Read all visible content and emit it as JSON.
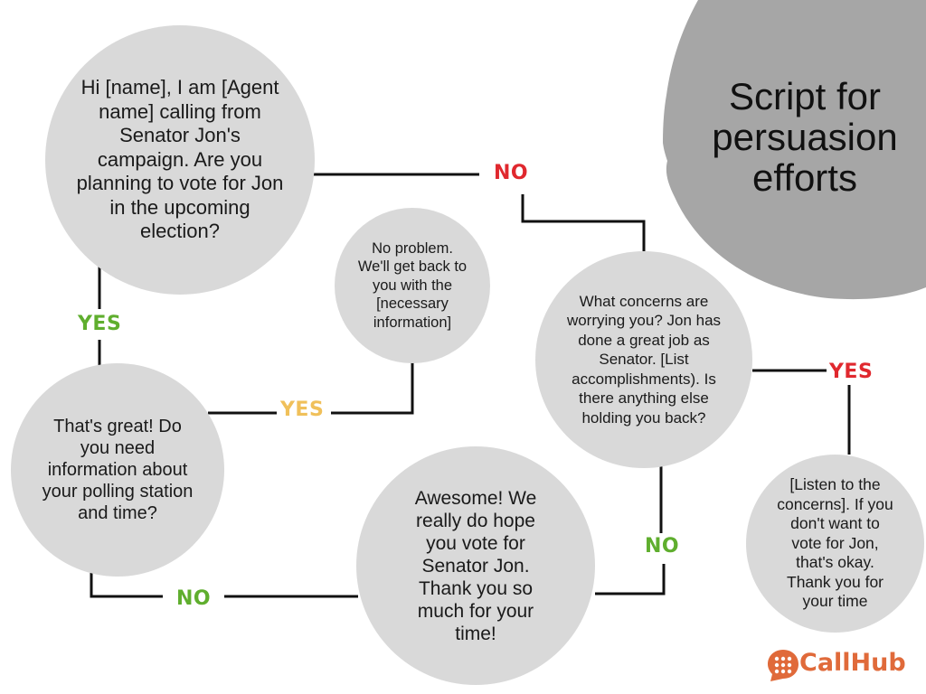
{
  "title": "Script for\npersuasion\nefforts",
  "nodes": {
    "greeting": "Hi [name], I am [Agent\nname] calling from\nSenator Jon's\ncampaign. Are you\nplanning to vote for Jon\nin the upcoming\nelection?",
    "no_problem": "No problem.\nWe'll get back to\nyou with the\n[necessary\ninformation]",
    "concerns": "What concerns are\nworrying you? Jon has\ndone a great job as\nSenator. [List\naccomplishments). Is\nthere anything else\nholding you back?",
    "great": "That's great! Do\nyou need\ninformation about\nyour polling station\nand time?",
    "awesome": "Awesome! We\nreally  do hope\nyou vote for\nSenator Jon.\nThank you so\nmuch for your\ntime!",
    "listen": "[Listen to the\nconcerns]. If you\ndon't want to\nvote for Jon,\nthat's okay.\nThank you for\nyour time"
  },
  "edge_labels": {
    "greeting_no": "NO",
    "greeting_yes": "YES",
    "info_yes": "YES",
    "concerns_yes": "YES",
    "concerns_no": "NO",
    "info_no": "NO"
  },
  "colors": {
    "node_fill": "#d9d9d9",
    "title_blob": "#a6a6a6",
    "line": "#111111",
    "label_red": "#e0282e",
    "label_green": "#5fae2e",
    "label_yellow": "#f0c05a",
    "brand": "#e06a3a"
  },
  "brand": {
    "name": "CallHub",
    "icon": "chat-bubble-dots-icon"
  }
}
